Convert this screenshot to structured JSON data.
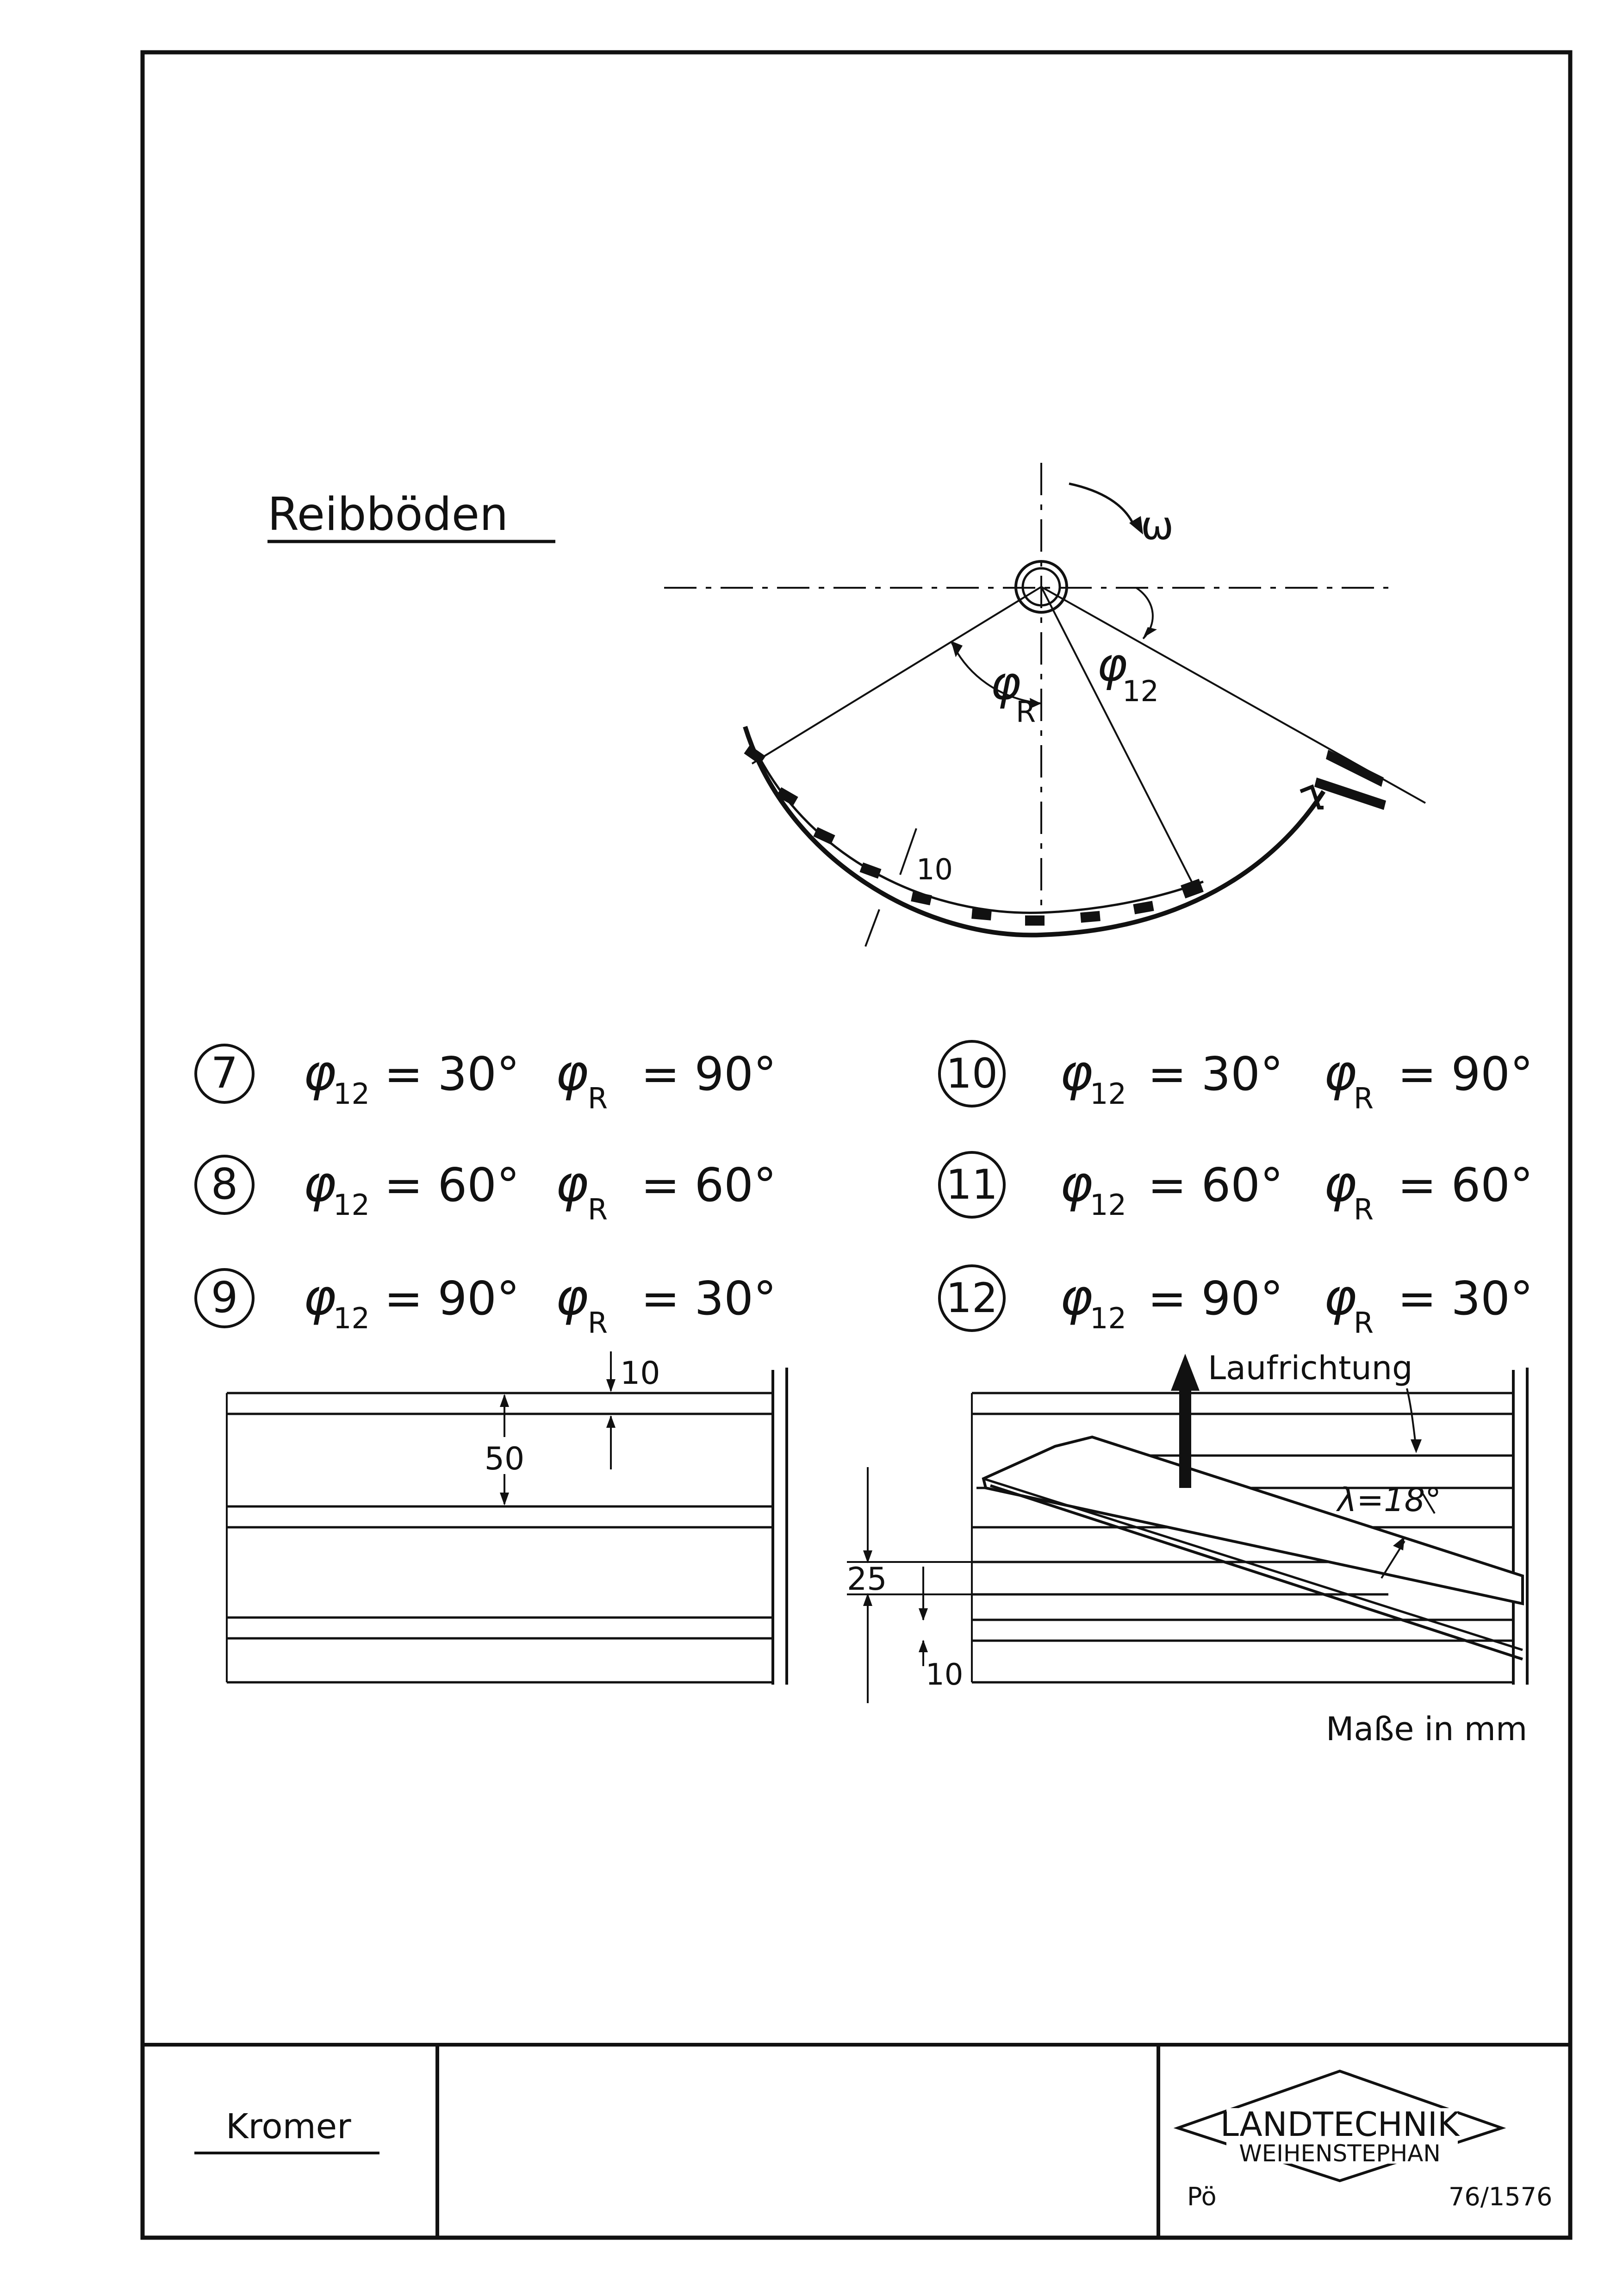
{
  "title": "Reibböden",
  "diagram": {
    "omega": "ω",
    "phi_r_symbol": "φ",
    "phi_r_sub": "R",
    "phi_12_symbol": "φ",
    "phi_12_sub": "12",
    "dim_10": "10"
  },
  "variants": [
    {
      "num": "7",
      "phi12": "= 30°",
      "phiR": "= 90°"
    },
    {
      "num": "8",
      "phi12": "= 60°",
      "phiR": "= 60°"
    },
    {
      "num": "9",
      "phi12": "= 90°",
      "phiR": "= 30°"
    },
    {
      "num": "10",
      "phi12": "= 30°",
      "phiR": "= 90°"
    },
    {
      "num": "11",
      "phi12": "= 60°",
      "phiR": "= 60°"
    },
    {
      "num": "12",
      "phi12": "= 90°",
      "phiR": "= 30°"
    }
  ],
  "symbols": {
    "phi": "φ",
    "sub12": "12",
    "subR": "R"
  },
  "left_detail": {
    "dim_10": "10",
    "dim_50": "50"
  },
  "right_detail": {
    "laufrichtung": "Laufrichtung",
    "lambda": "λ=18°",
    "dim_25": "25",
    "dim_10": "10"
  },
  "units_note": "Maße in mm",
  "title_block": {
    "author": "Kromer",
    "stamp_line1": "LANDTECHNIK",
    "stamp_line2": "WEIHENSTEPHAN",
    "code_left": "Pö",
    "drawing_no": "76/1576"
  }
}
